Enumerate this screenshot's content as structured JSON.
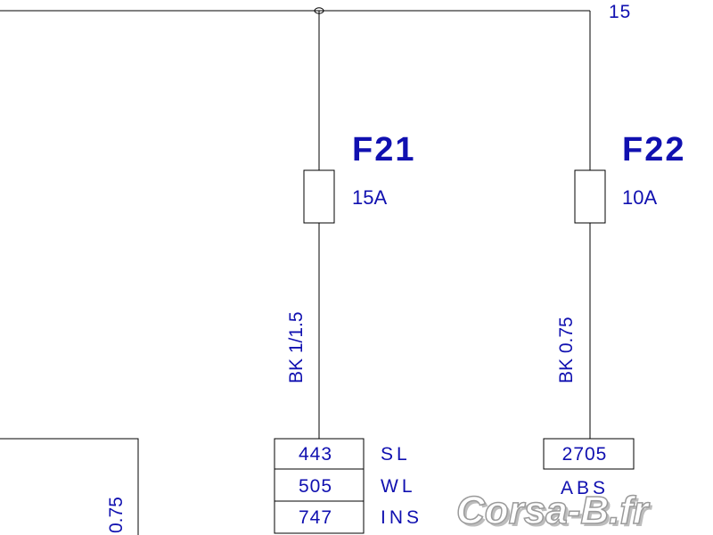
{
  "supply": {
    "terminal": "15"
  },
  "fuses": [
    {
      "id": "F21",
      "rating": "15A",
      "wire": "BK 1/1.5"
    },
    {
      "id": "F22",
      "rating": "10A",
      "wire": "BK 0.75"
    }
  ],
  "connector_groups": [
    {
      "terminals": [
        "443",
        "505",
        "747"
      ],
      "circuits": [
        "SL",
        "WL",
        "INS"
      ]
    },
    {
      "terminals": [
        "2705"
      ],
      "circuits": [
        "ABS"
      ]
    }
  ],
  "left_wire": {
    "gauge": "0.75"
  },
  "watermark": {
    "text": "Corsa-B.fr"
  },
  "colors": {
    "label": "#1010b0",
    "wire": "#000000"
  }
}
